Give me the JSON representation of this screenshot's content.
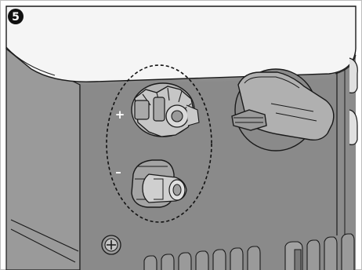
{
  "step": {
    "number": "5"
  },
  "polarity": {
    "positive": "+",
    "negative": "–"
  },
  "colors": {
    "panel": "#8c8c8c",
    "panel_dark": "#6e6e6e",
    "lid": "#f5f5f5",
    "outline": "#1a1a1a",
    "connector": "#b5b5b5",
    "marker_bg": "#111111",
    "marker_text": "#ffffff"
  },
  "icons": {
    "step_marker": "filled-circle-number",
    "positive_connector": "solar-dc-connector-female",
    "negative_connector": "solar-dc-connector-male",
    "dc_switch": "rotary-dc-switch-knob",
    "ground_screw": "ground-screw-plus-head",
    "highlight": "dashed-ellipse"
  }
}
